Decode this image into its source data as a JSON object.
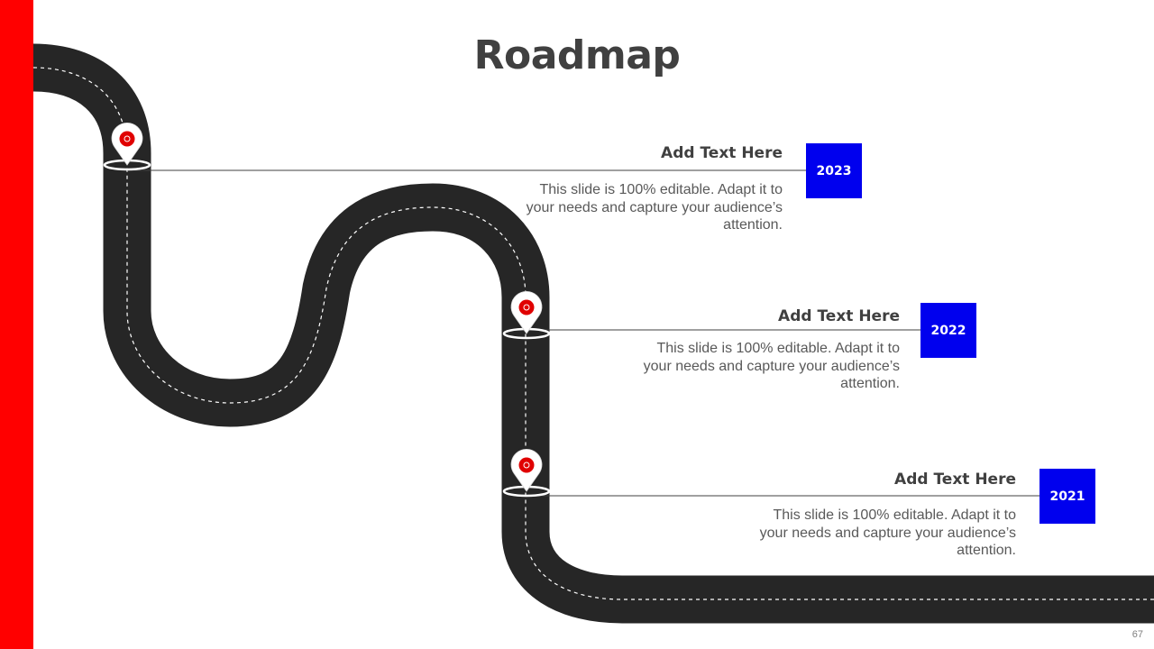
{
  "slide": {
    "title": "Roadmap",
    "page_number": "67",
    "accent_color": "#ff0000",
    "year_box_color": "#0000ee",
    "road_color": "#262626"
  },
  "milestones": [
    {
      "year": "2023",
      "heading": "Add Text Here",
      "description": "This slide is 100% editable. Adapt it to your needs and capture your audience’s attention.",
      "icon": "location-pin-icon"
    },
    {
      "year": "2022",
      "heading": "Add Text Here",
      "description": "This slide is 100% editable. Adapt it to your needs and capture your audience’s attention.",
      "icon": "location-pin-icon"
    },
    {
      "year": "2021",
      "heading": "Add Text Here",
      "description": "This slide is 100% editable. Adapt it to your needs and capture your audience’s attention.",
      "icon": "location-pin-icon"
    }
  ]
}
